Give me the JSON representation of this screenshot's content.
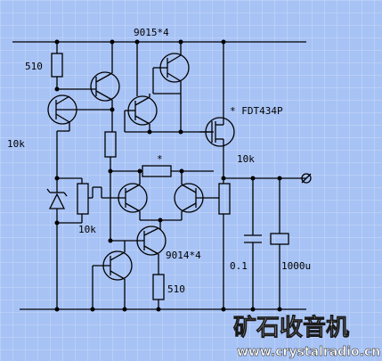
{
  "labels": {
    "top_transistors": "9015*4",
    "mosfet": "* FDT434P",
    "r_top_left": "510",
    "r_left_10k": "10k",
    "r_mid_star": "*",
    "r_right_10k": "10k",
    "pot_10k": "10k",
    "bottom_transistors": "9014*4",
    "r_bottom_510": "510",
    "cap_small": "0.1",
    "cap_large": "1000u"
  },
  "watermark": {
    "title": "矿石收音机",
    "url": "www.crystalradio.cn"
  },
  "colors": {
    "background": "#a7c2f4",
    "grid": "#c9dafa",
    "wire": "#000000"
  }
}
